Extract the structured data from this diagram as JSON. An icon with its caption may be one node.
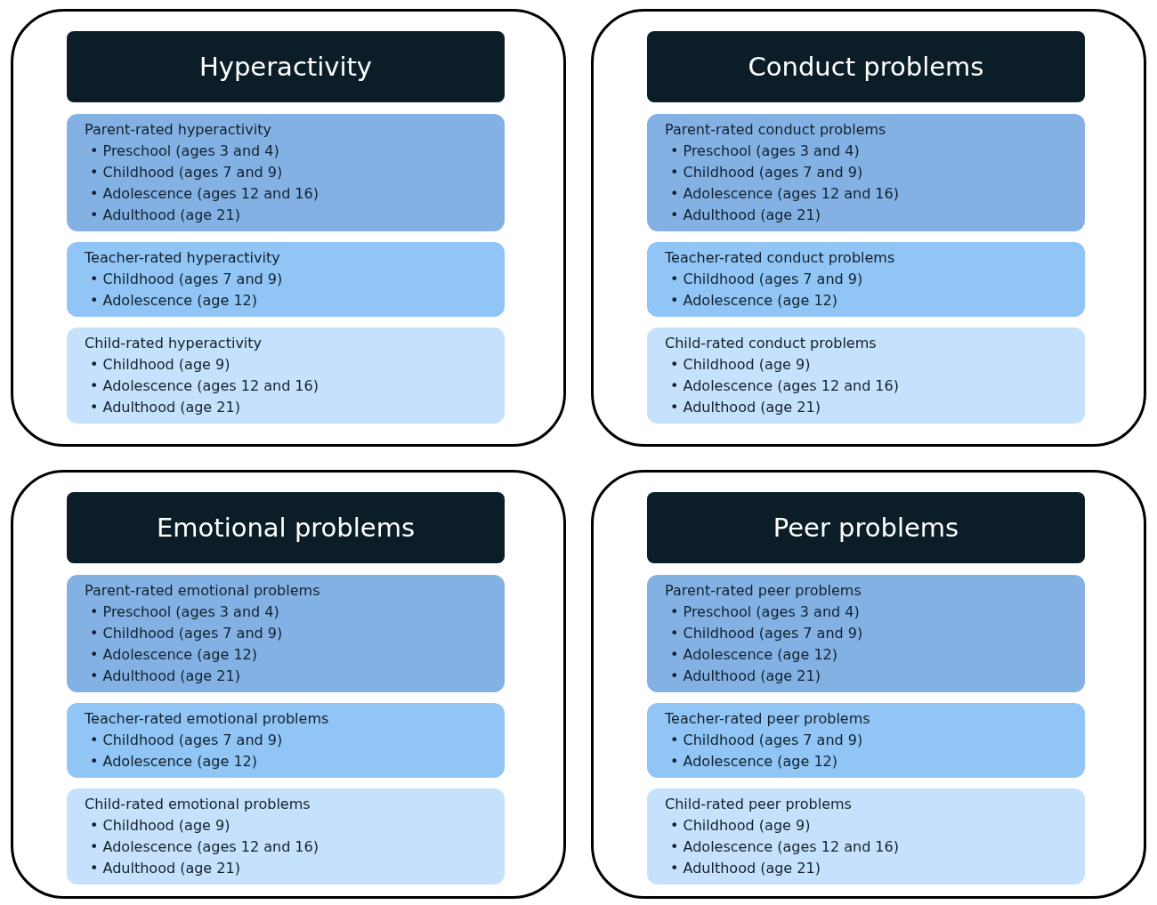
{
  "diagram": {
    "nodes": [
      {
        "text": [],
        "shape": "box"
      },
      {
        "text": [
          "Hyperactivity"
        ],
        "in": 0
      },
      {
        "text": [
          "Parent-rated hyperactivity",
          "• Preschool (ages 3 and 4)",
          "• Childhood (ages 7 and 9)",
          "• Adolescence (ages 12 and 16)",
          "• Adulthood (age 21)"
        ],
        "in": 0
      },
      {
        "text": [
          "Teacher-rated hyperactivity",
          "• Childhood (ages 7 and 9)",
          "• Adolescence (age 12)"
        ],
        "in": 0
      },
      {
        "text": [
          "Child-rated hyperactivity",
          "• Childhood (age 9)",
          "• Adolescence (ages 12 and 16)",
          "• Adulthood (age 21)"
        ],
        "in": 0
      },
      {
        "text": [],
        "shape": "box"
      },
      {
        "text": [
          "Conduct problems"
        ],
        "in": 5
      },
      {
        "text": [
          "Parent-rated conduct problems",
          "• Preschool (ages 3 and 4)",
          "• Childhood (ages 7 and 9)",
          "• Adolescence (ages 12 and 16)",
          "• Adulthood (age 21)"
        ],
        "in": 5
      },
      {
        "text": [
          "Teacher-rated conduct problems",
          "• Childhood (ages 7 and 9)",
          "• Adolescence (age 12)"
        ],
        "in": 5
      },
      {
        "text": [
          "Child-rated conduct problems",
          "• Childhood (age 9)",
          "• Adolescence (ages 12 and 16)",
          "• Adulthood (age 21)"
        ],
        "in": 5
      },
      {
        "text": [],
        "shape": "box"
      },
      {
        "text": [
          "Emotional problems"
        ],
        "in": 10
      },
      {
        "text": [
          "Parent-rated emotional problems",
          "• Preschool (ages 3 and 4)",
          "• Childhood (ages 7 and 9)",
          "• Adolescence (age 12)",
          "• Adulthood (age 21)"
        ],
        "in": 10
      },
      {
        "text": [
          "Teacher-rated emotional problems",
          "• Childhood (ages 7 and 9)",
          "• Adolescence (age 12)"
        ],
        "in": 10
      },
      {
        "text": [
          "Child-rated emotional problems",
          "• Childhood (age 9)",
          "• Adolescence (ages 12 and 16)",
          "• Adulthood (age 21)"
        ],
        "in": 10
      },
      {
        "text": [],
        "shape": "box"
      },
      {
        "text": [
          "Peer problems"
        ],
        "in": 15
      },
      {
        "text": [
          "Parent-rated peer problems",
          "• Preschool (ages 3 and 4)",
          "• Childhood (ages 7 and 9)",
          "• Adolescence (age 12)",
          "• Adulthood (age 21)"
        ],
        "in": 15
      },
      {
        "text": [
          "Teacher-rated peer problems",
          "• Childhood (ages 7 and 9)",
          "• Adolescence (age 12)"
        ],
        "in": 15
      },
      {
        "text": [
          "Child-rated peer problems",
          "• Childhood (age 9)",
          "• Adolescence (ages 12 and 16)",
          "• Adulthood (age 21)"
        ],
        "in": 15
      }
    ]
  }
}
